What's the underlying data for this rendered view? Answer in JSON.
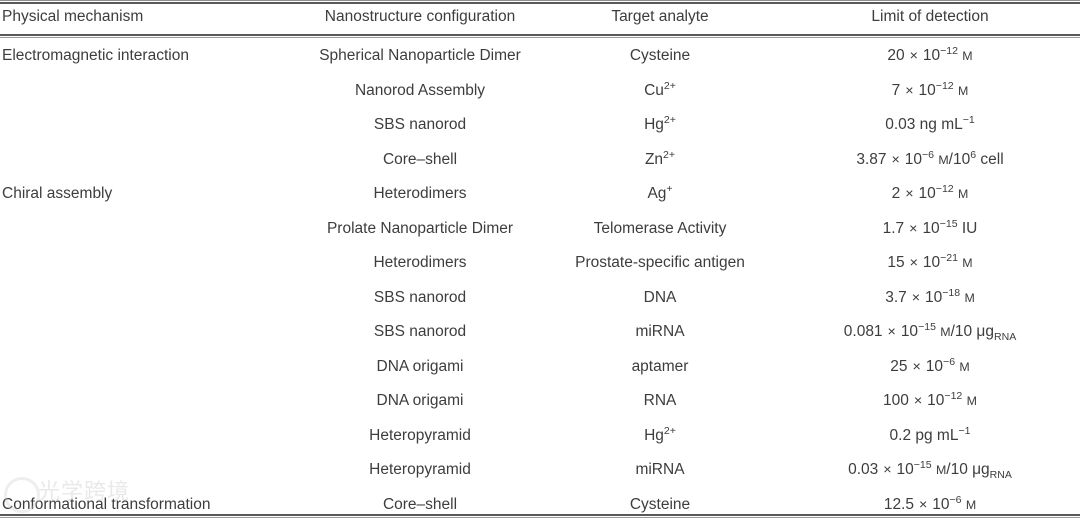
{
  "table": {
    "columns": [
      "Physical mechanism",
      "Nanostructure configuration",
      "Target analyte",
      "Limit of detection"
    ],
    "rows": [
      {
        "mechanism": "Electromagnetic interaction",
        "configuration": "Spherical Nanoparticle Dimer",
        "analyte_base": "Cysteine",
        "analyte_sup": "",
        "lod_mantissa": "20",
        "lod_times": "×",
        "lod_base": "10",
        "lod_exp": "−12",
        "lod_unit": "M",
        "lod_suffix": ""
      },
      {
        "mechanism": "",
        "configuration": "Nanorod Assembly",
        "analyte_base": "Cu",
        "analyte_sup": "2+",
        "lod_mantissa": "7",
        "lod_times": "×",
        "lod_base": "10",
        "lod_exp": "−12",
        "lod_unit": "M",
        "lod_suffix": ""
      },
      {
        "mechanism": "",
        "configuration": "SBS nanorod",
        "analyte_base": "Hg",
        "analyte_sup": "2+",
        "lod_plain": "0.03 ng mL",
        "lod_plain_sup": "−1"
      },
      {
        "mechanism": "",
        "configuration": "Core–shell",
        "analyte_base": "Zn",
        "analyte_sup": "2+",
        "lod_mantissa": "3.87",
        "lod_times": "×",
        "lod_base": "10",
        "lod_exp": "−6",
        "lod_unit": "M",
        "lod_suffix": "/10",
        "lod_suffix_sup": "6",
        "lod_suffix_tail": " cell"
      },
      {
        "mechanism": "Chiral assembly",
        "configuration": "Heterodimers",
        "analyte_base": "Ag",
        "analyte_sup": "+",
        "lod_mantissa": "2",
        "lod_times": "×",
        "lod_base": "10",
        "lod_exp": "−12",
        "lod_unit": "M",
        "lod_suffix": ""
      },
      {
        "mechanism": "",
        "configuration": "Prolate Nanoparticle Dimer",
        "analyte_base": "Telomerase Activity",
        "analyte_sup": "",
        "lod_mantissa": "1.7",
        "lod_times": "×",
        "lod_base": "10",
        "lod_exp": "−15",
        "lod_unit_plain": "IU"
      },
      {
        "mechanism": "",
        "configuration": "Heterodimers",
        "analyte_base": "Prostate-specific antigen",
        "analyte_sup": "",
        "lod_mantissa": "15",
        "lod_times": "×",
        "lod_base": "10",
        "lod_exp": "−21",
        "lod_unit": "M",
        "lod_suffix": ""
      },
      {
        "mechanism": "",
        "configuration": "SBS nanorod",
        "analyte_base": "DNA",
        "analyte_sup": "",
        "lod_mantissa": "3.7",
        "lod_times": "×",
        "lod_base": "10",
        "lod_exp": "−18",
        "lod_unit": "M",
        "lod_suffix": ""
      },
      {
        "mechanism": "",
        "configuration": "SBS nanorod",
        "analyte_base": "miRNA",
        "analyte_sup": "",
        "lod_mantissa": "0.081",
        "lod_times": "×",
        "lod_base": "10",
        "lod_exp": "−15",
        "lod_unit": "M",
        "lod_suffix": "/10 μg",
        "lod_suffix_sub": "RNA"
      },
      {
        "mechanism": "",
        "configuration": "DNA origami",
        "analyte_base": "aptamer",
        "analyte_sup": "",
        "lod_mantissa": "25",
        "lod_times": "×",
        "lod_base": "10",
        "lod_exp": "−6",
        "lod_unit": "M",
        "lod_suffix": ""
      },
      {
        "mechanism": "",
        "configuration": "DNA origami",
        "analyte_base": "RNA",
        "analyte_sup": "",
        "lod_mantissa": "100",
        "lod_times": "×",
        "lod_base": "10",
        "lod_exp": "−12",
        "lod_unit": "M",
        "lod_suffix": ""
      },
      {
        "mechanism": "",
        "configuration": "Heteropyramid",
        "analyte_base": "Hg",
        "analyte_sup": "2+",
        "lod_plain": "0.2 pg mL",
        "lod_plain_sup": "−1"
      },
      {
        "mechanism": "",
        "configuration": "Heteropyramid",
        "analyte_base": "miRNA",
        "analyte_sup": "",
        "lod_mantissa": "0.03",
        "lod_times": "×",
        "lod_base": "10",
        "lod_exp": "−15",
        "lod_unit": "M",
        "lod_suffix": "/10 μg",
        "lod_suffix_sub": "RNA"
      },
      {
        "mechanism": "Conformational transformation",
        "configuration": "Core–shell",
        "analyte_base": "Cysteine",
        "analyte_sup": "",
        "lod_mantissa": "12.5",
        "lod_times": "×",
        "lod_base": "10",
        "lod_exp": "−6",
        "lod_unit": "M",
        "lod_suffix": ""
      }
    ]
  },
  "watermark": {
    "text": "光学跨境"
  },
  "colors": {
    "text": "#3d3d3d",
    "rule_dark": "#595959",
    "rule_light": "#9a9a9a",
    "background": "#ffffff"
  }
}
